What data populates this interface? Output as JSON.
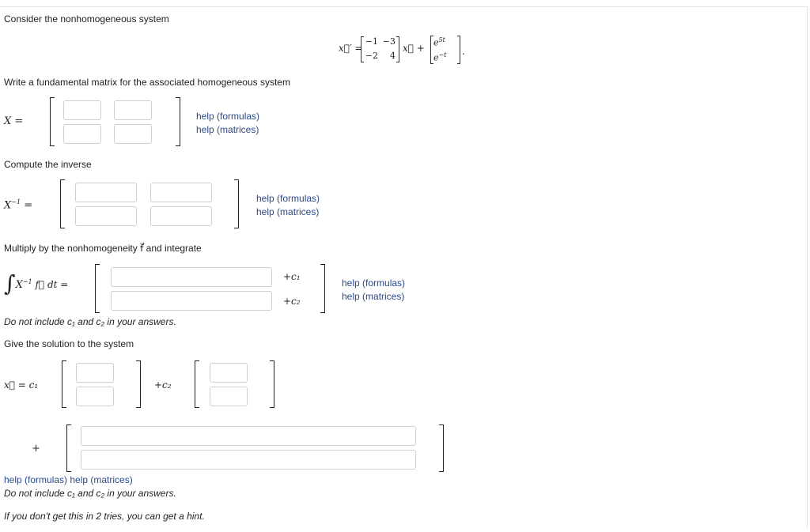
{
  "intro": "Consider the nonhomogeneous system",
  "system": {
    "lhs": "x⃗′ =",
    "A": [
      "−1",
      "−3",
      "−2",
      "4"
    ],
    "mid": "x⃗ +",
    "f": [
      "e",
      "5t",
      "e",
      "−t"
    ],
    "end": "."
  },
  "s1": {
    "prompt": "Write a fundamental matrix for the associated homogeneous system",
    "label": "X ="
  },
  "s2": {
    "prompt": "Compute the inverse",
    "label_base": "X",
    "label_sup": "−1",
    "label_eq": "="
  },
  "s3": {
    "prompt": "Multiply by the nonhomogeneity f⃗ and integrate",
    "integral": "∫",
    "label": "X",
    "label_sup": "−1",
    "label_rest": "f⃗ dt =",
    "c1": "+c₁",
    "c2": "+c₂",
    "note": "Do not include c₁ and c₂ in your answers."
  },
  "s4": {
    "prompt": "Give the solution to the system",
    "label": "x⃗ = c₁",
    "plus_c2": "+c₂",
    "plus": "+",
    "help_line": "help (formulas) help (matrices)",
    "note": "Do not include c₁ and c₂ in your answers."
  },
  "help": {
    "formulas": "help (formulas)",
    "matrices": "help (matrices)"
  },
  "hint": "If you don't get this in 2 tries, you can get a hint."
}
